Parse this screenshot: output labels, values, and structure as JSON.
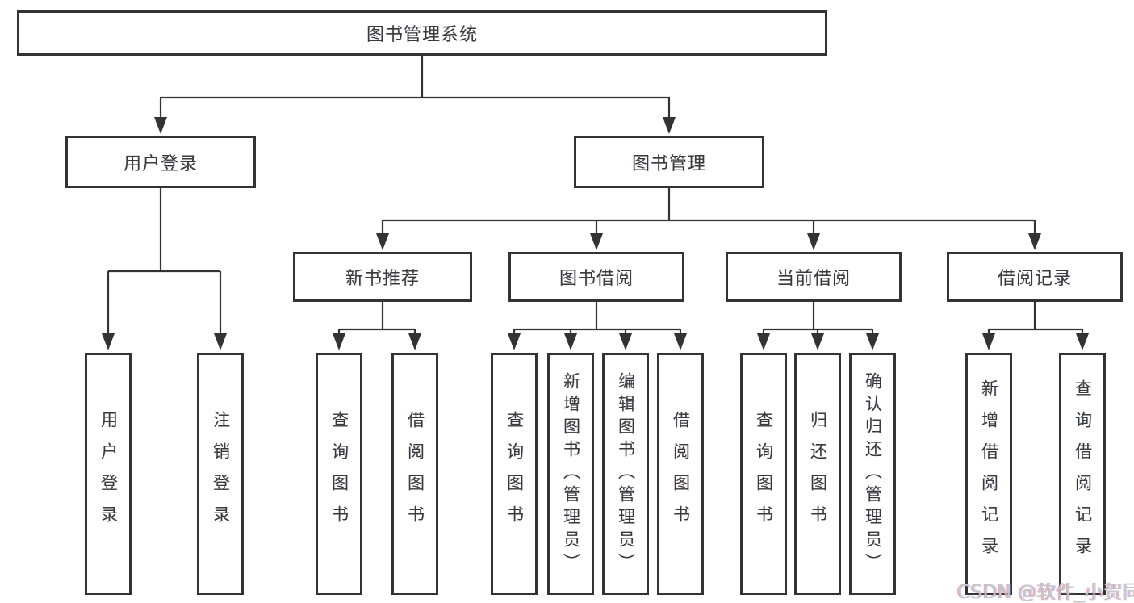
{
  "tree": {
    "label": "图书管理系统",
    "children": [
      {
        "label": "用户登录",
        "children": [
          {
            "label": "用户登录"
          },
          {
            "label": "注销登录"
          }
        ]
      },
      {
        "label": "图书管理",
        "children": [
          {
            "label": "新书推荐",
            "children": [
              {
                "label": "查询图书"
              },
              {
                "label": "借阅图书"
              }
            ]
          },
          {
            "label": "图书借阅",
            "children": [
              {
                "label": "查询图书"
              },
              {
                "label": "新增图书（管理员）"
              },
              {
                "label": "编辑图书（管理员）"
              },
              {
                "label": "借阅图书"
              }
            ]
          },
          {
            "label": "当前借阅",
            "children": [
              {
                "label": "查询图书"
              },
              {
                "label": "归还图书"
              },
              {
                "label": "确认归还（管理员）"
              }
            ]
          },
          {
            "label": "借阅记录",
            "children": [
              {
                "label": "新增借阅记录"
              },
              {
                "label": "查询借阅记录"
              }
            ]
          }
        ]
      }
    ]
  },
  "watermark": {
    "text": "CSDN @软件_小贺同学"
  },
  "colors": {
    "line": "#333333",
    "box_border": "#333333",
    "text": "#3a3a3a",
    "watermark": "#c7c7cb",
    "background": "#ffffff"
  }
}
